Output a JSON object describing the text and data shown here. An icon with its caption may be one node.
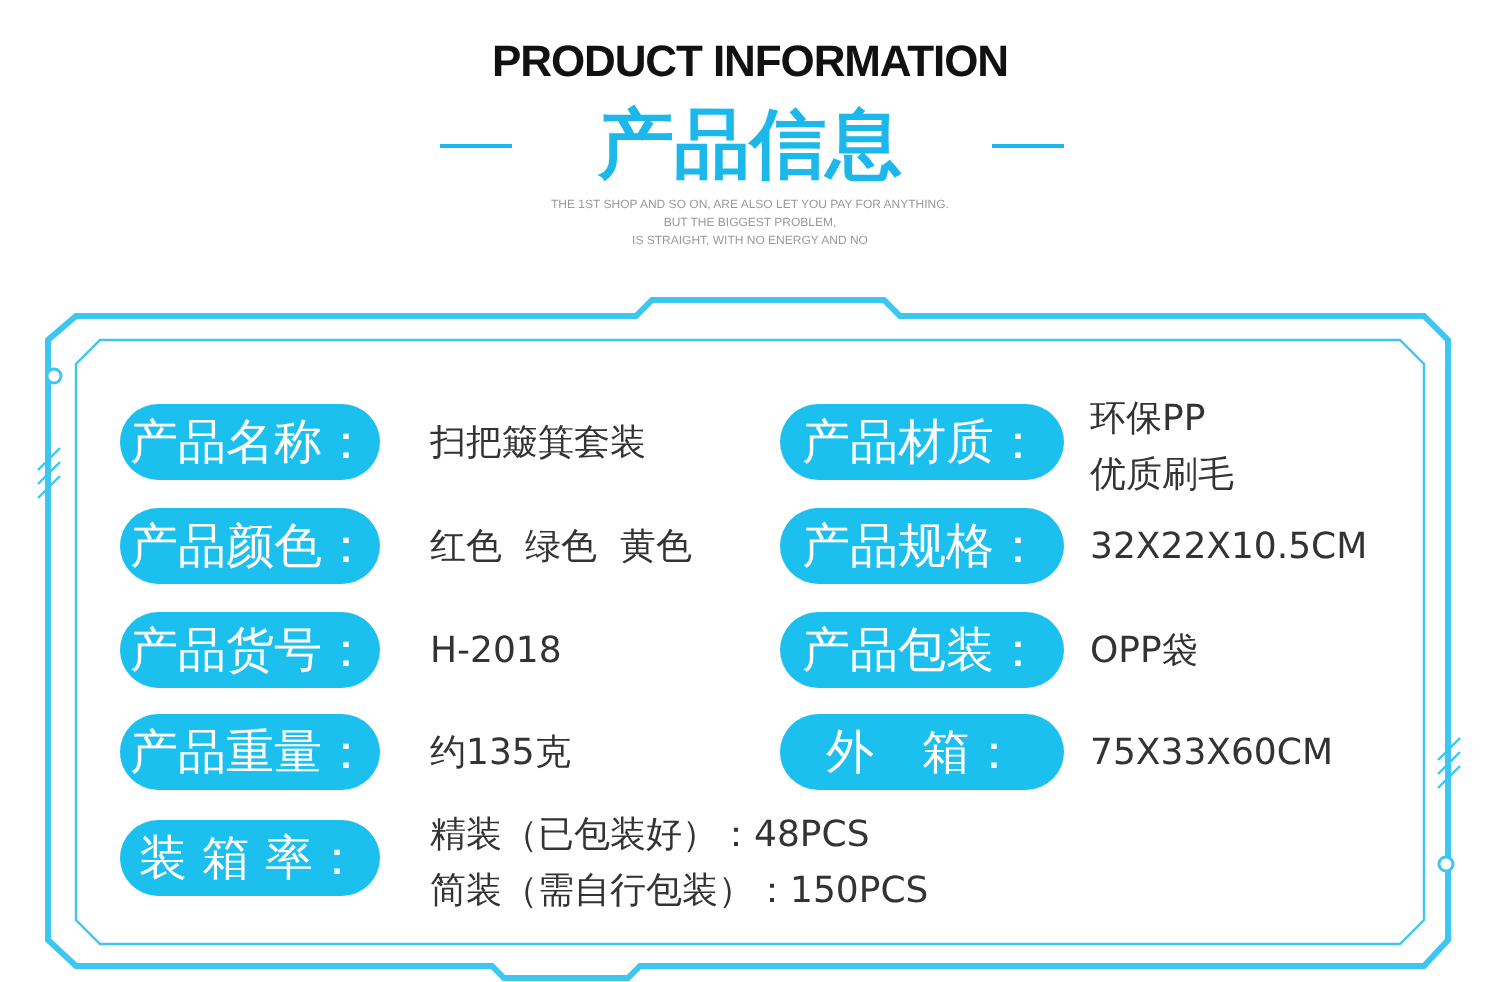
{
  "diagram": {
    "title": "PRODUCT INFORMATION",
    "nodes": [
      {
        "text": [
          "产品名称："
        ],
        "beside": [
          "扫把簸箕套装"
        ]
      },
      {
        "text": [
          "产品材质："
        ],
        "beside": [
          "环保PP",
          "优质刷毛"
        ]
      },
      {
        "text": [
          "产品颜色："
        ],
        "beside": [
          "红色  绿色  黄色"
        ]
      },
      {
        "text": [
          "产品规格："
        ],
        "beside": [
          "32X22X10.5CM"
        ]
      },
      {
        "text": [
          "产品货号："
        ],
        "beside": [
          "H-2018"
        ]
      },
      {
        "text": [
          "产品包装："
        ],
        "beside": [
          "OPP袋"
        ]
      },
      {
        "text": [
          "产品重量："
        ],
        "beside": [
          "约135克"
        ]
      },
      {
        "text": [
          "外　箱："
        ],
        "beside": [
          "75X33X60CM"
        ]
      },
      {
        "text": [
          "装 箱 率："
        ],
        "beside": [
          "精装（已包装好）：48PCS",
          "简装（需自行包装）：150PCS"
        ]
      }
    ],
    "edges": [],
    "labels": [
      "产品信息",
      "THE 1ST SHOP AND SO ON, ARE ALSO LET YOU PAY FOR ANYTHING.",
      "BUT THE BIGGEST PROBLEM,",
      "IS STRAIGHT, WITH NO ENERGY AND NO"
    ]
  }
}
